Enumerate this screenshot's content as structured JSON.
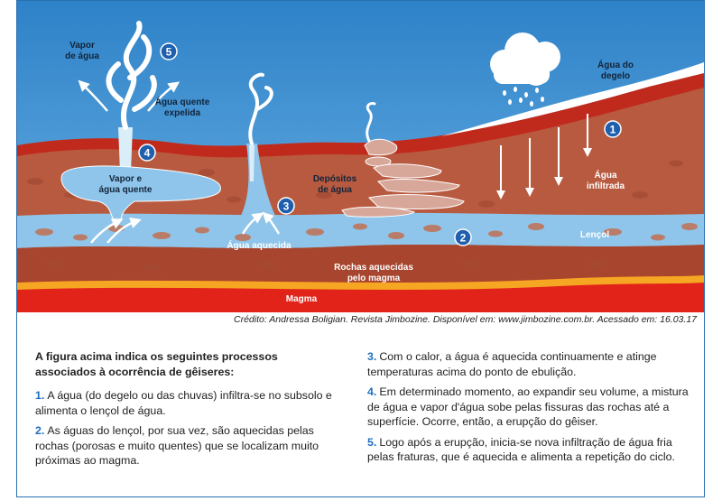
{
  "diagram": {
    "labels": {
      "vapor": "Vapor de água",
      "agua_quente_expelida": "Água quente expelida",
      "vapor_agua_quente": "Vapor e água quente",
      "agua_aquecida": "Água aquecida",
      "depositos": "Depósitos de água",
      "agua_degelo": "Água do degelo",
      "agua_infiltrada": "Água infiltrada",
      "lencol": "Lençol",
      "rochas": "Rochas aquecidas pelo magma",
      "magma": "Magma"
    },
    "badges": [
      "1",
      "2",
      "3",
      "4",
      "5"
    ],
    "colors": {
      "sky": "#3a8fd0",
      "soil": "#b9573e",
      "water": "#8fc5ea",
      "magma": "#e2231a",
      "badge": "#1f5fae"
    }
  },
  "credit": "Crédito: Andressa Boligian. Revista Jimbozine. Disponível em: www.jimbozine.com.br. Acessado em: 16.03.17",
  "text": {
    "intro": "A figura acima indica os seguintes processos associados à ocorrência de gêiseres:",
    "items": [
      {
        "num": "1.",
        "text": "A água (do degelo ou das chuvas) infiltra-se no subsolo e alimenta o lençol de água."
      },
      {
        "num": "2.",
        "text": "As águas do lençol, por sua vez, são aquecidas pelas rochas (porosas e muito quentes) que se localizam muito próximas ao magma."
      },
      {
        "num": "3.",
        "text": "Com o calor, a água é aquecida continuamente e atinge temperaturas acima do ponto de ebulição."
      },
      {
        "num": "4.",
        "text": "Em determinado momento, ao expandir seu volume, a mistura de água e vapor d'água sobe pelas fissuras das rochas até a superfície. Ocorre, então, a erupção do gêiser."
      },
      {
        "num": "5.",
        "text": "Logo após a erupção, inicia-se nova infiltração de água fria pelas fraturas, que é aquecida e alimenta a repetição do ciclo."
      }
    ]
  }
}
